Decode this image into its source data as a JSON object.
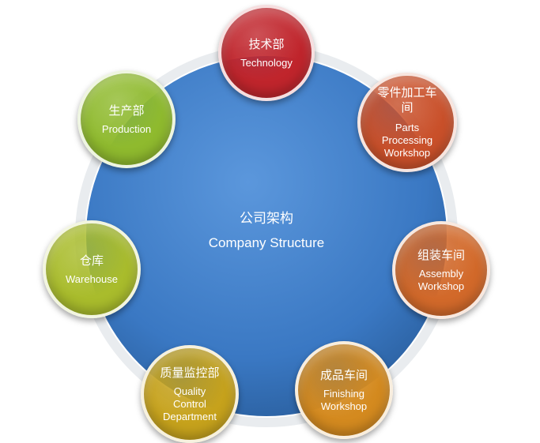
{
  "center": {
    "title_zh": "公司架构",
    "title_en": "Company Structure",
    "color": "#3a78c3"
  },
  "departments": [
    {
      "id": "technology",
      "zh": "技术部",
      "en": "Technology",
      "color": "#c0252c"
    },
    {
      "id": "parts-processing",
      "zh": "零件加工车\n间",
      "en": "Parts\nProcessing\nWorkshop",
      "color": "#c9502a"
    },
    {
      "id": "assembly",
      "zh": "组装车间",
      "en": "Assembly\nWorkshop",
      "color": "#d2692a"
    },
    {
      "id": "finishing",
      "zh": "成品车间",
      "en": "Finishing\nWorkshop",
      "color": "#d48a1f"
    },
    {
      "id": "quality-control",
      "zh": "质量监控部",
      "en": "Quality\nControl\nDepartment",
      "color": "#c6a21c"
    },
    {
      "id": "warehouse",
      "zh": "仓库",
      "en": "Warehouse",
      "color": "#a9bc2c"
    },
    {
      "id": "production",
      "zh": "生产部",
      "en": "Production",
      "color": "#8fba2e"
    }
  ]
}
